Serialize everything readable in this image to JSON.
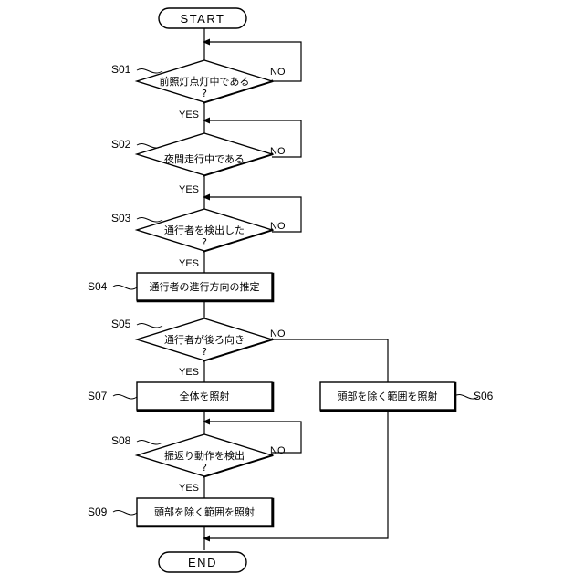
{
  "terminals": {
    "start": "START",
    "end": "END"
  },
  "steps": {
    "s01": {
      "id": "S01",
      "text": "前照灯点灯中である",
      "q": "?",
      "no": "NO",
      "yes": "YES"
    },
    "s02": {
      "id": "S02",
      "text": "夜間走行中である",
      "q": "?",
      "no": "NO",
      "yes": "YES"
    },
    "s03": {
      "id": "S03",
      "text": "通行者を検出した",
      "q": "?",
      "no": "NO",
      "yes": "YES"
    },
    "s04": {
      "id": "S04",
      "text": "通行者の進行方向の推定"
    },
    "s05": {
      "id": "S05",
      "text": "通行者が後ろ向き",
      "q": "?",
      "no": "NO",
      "yes": "YES"
    },
    "s06": {
      "id": "S06",
      "text": "頭部を除く範囲を照射"
    },
    "s07": {
      "id": "S07",
      "text": "全体を照射"
    },
    "s08": {
      "id": "S08",
      "text": "振返り動作を検出",
      "q": "?",
      "no": "NO",
      "yes": "YES"
    },
    "s09": {
      "id": "S09",
      "text": "頭部を除く範囲を照射"
    }
  }
}
